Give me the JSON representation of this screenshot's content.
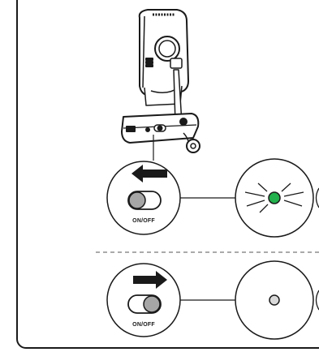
{
  "switch_states": [
    {
      "label": "ON/OFF",
      "direction": "left",
      "led_state": "on",
      "led_color": "#22b14c"
    },
    {
      "label": "ON/OFF",
      "direction": "right",
      "led_state": "off",
      "led_color": "#d9d9d9"
    }
  ],
  "colors": {
    "line": "#1a1a1a",
    "toggle_fill": "#a6a6a6",
    "dashed_divider": "#555555"
  },
  "icons": [
    "baby-monitor-camera-icon",
    "arrow-left-icon",
    "arrow-right-icon",
    "toggle-switch-icon",
    "led-indicator-icon"
  ]
}
